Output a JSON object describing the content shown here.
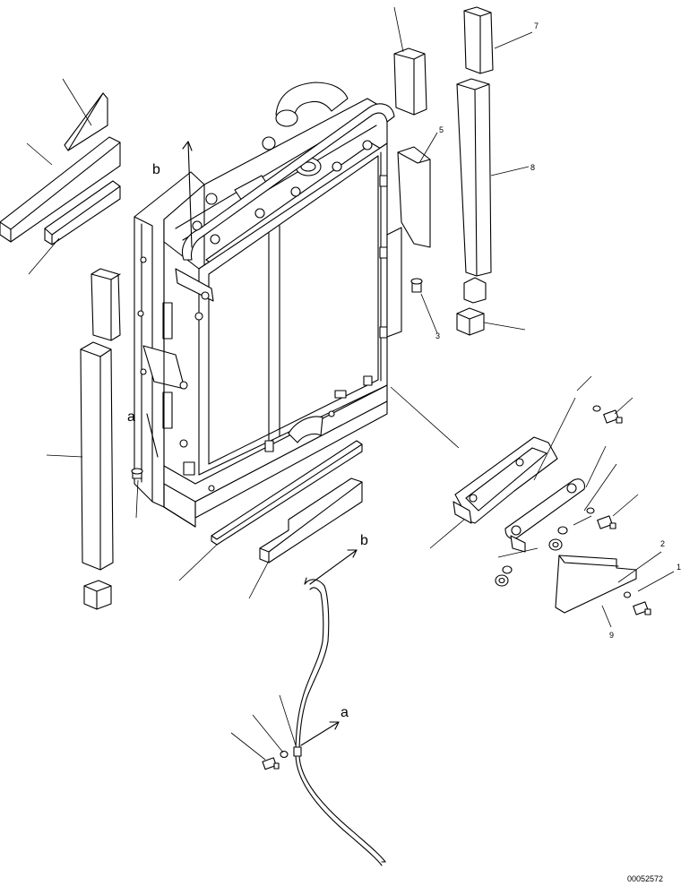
{
  "diagram": {
    "view_labels": {
      "a_upper": "a",
      "a_lower": "a",
      "b_upper": "b",
      "b_lower": "b"
    },
    "part_numbers": {
      "p1": "1",
      "p2": "2",
      "p3": "3",
      "p5": "5",
      "p7": "7",
      "p8": "8",
      "p9": "9"
    },
    "drawing_code": "00052572"
  }
}
